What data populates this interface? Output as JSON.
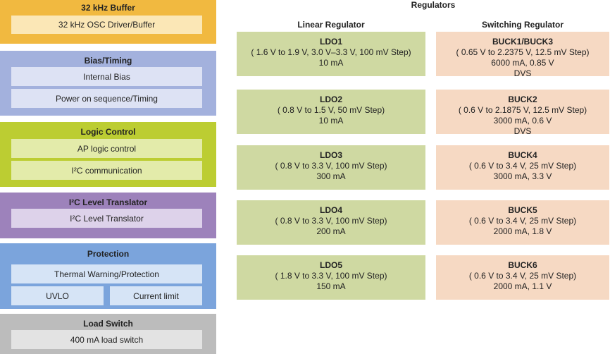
{
  "blocks": {
    "buffer": {
      "title": "32 kHz Buffer",
      "items": [
        "32 kHz OSC Driver/Buffer"
      ]
    },
    "bias": {
      "title": "Bias/Timing",
      "items": [
        "Internal Bias",
        "Power on sequence/Timing"
      ]
    },
    "logic": {
      "title": "Logic Control",
      "items": [
        "AP logic control",
        "I²C communication"
      ]
    },
    "i2c": {
      "title": "I²C Level Translator",
      "items": [
        "I²C Level Translator"
      ]
    },
    "protection": {
      "title": "Protection",
      "items": [
        "Thermal Warning/Protection",
        "UVLO",
        "Current limit"
      ]
    },
    "load": {
      "title": "Load Switch",
      "items": [
        "400 mA load switch"
      ]
    }
  },
  "regulators": {
    "title": "Regulators",
    "linear_title": "Linear Regulator",
    "switching_title": "Switching Regulator",
    "ldos": [
      {
        "name": "LDO1",
        "range": "( 1.6 V to 1.9 V, 3.0 V–3.3 V, 100 mV Step)",
        "current": "10 mA"
      },
      {
        "name": "LDO2",
        "range": "( 0.8 V to 1.5 V, 50 mV Step)",
        "current": "10 mA"
      },
      {
        "name": "LDO3",
        "range": "( 0.8 V to 3.3 V, 100 mV Step)",
        "current": "300 mA"
      },
      {
        "name": "LDO4",
        "range": "( 0.8 V to 3.3 V, 100 mV Step)",
        "current": "200 mA"
      },
      {
        "name": "LDO5",
        "range": "( 1.8 V to 3.3 V, 100 mV Step)",
        "current": "150 mA"
      }
    ],
    "bucks": [
      {
        "name": "BUCK1/BUCK3",
        "range": "( 0.65 V to 2.2375 V, 12.5 mV Step)",
        "current": "6000 mA, 0.85 V",
        "extra": "DVS"
      },
      {
        "name": "BUCK2",
        "range": "( 0.6 V to 2.1875 V, 12.5 mV Step)",
        "current": "3000 mA, 0.6 V",
        "extra": "DVS"
      },
      {
        "name": "BUCK4",
        "range": "( 0.6 V to 3.4 V, 25 mV Step)",
        "current": "3000 mA, 3.3 V",
        "extra": ""
      },
      {
        "name": "BUCK5",
        "range": "( 0.6 V to 3.4 V, 25 mV Step)",
        "current": "2000 mA, 1.8 V",
        "extra": ""
      },
      {
        "name": "BUCK6",
        "range": "( 0.6 V to 3.4 V, 25 mV Step)",
        "current": "2000 mA, 1.1 V",
        "extra": ""
      }
    ]
  },
  "colors": {
    "buffer": "#f1b940",
    "buffer_inner": "#fbe7b6",
    "bias": "#a3b1dd",
    "bias_inner": "#dde2f4",
    "logic": "#bccd32",
    "logic_inner": "#e3ebaa",
    "i2c": "#9d82bb",
    "i2c_inner": "#ddd2ea",
    "protection": "#7ba4dc",
    "protection_inner": "#d6e4f6",
    "load": "#bcbcbc",
    "load_inner": "#e3e3e3",
    "ldo": "#cfd9a2",
    "buck": "#f6d9c3"
  }
}
